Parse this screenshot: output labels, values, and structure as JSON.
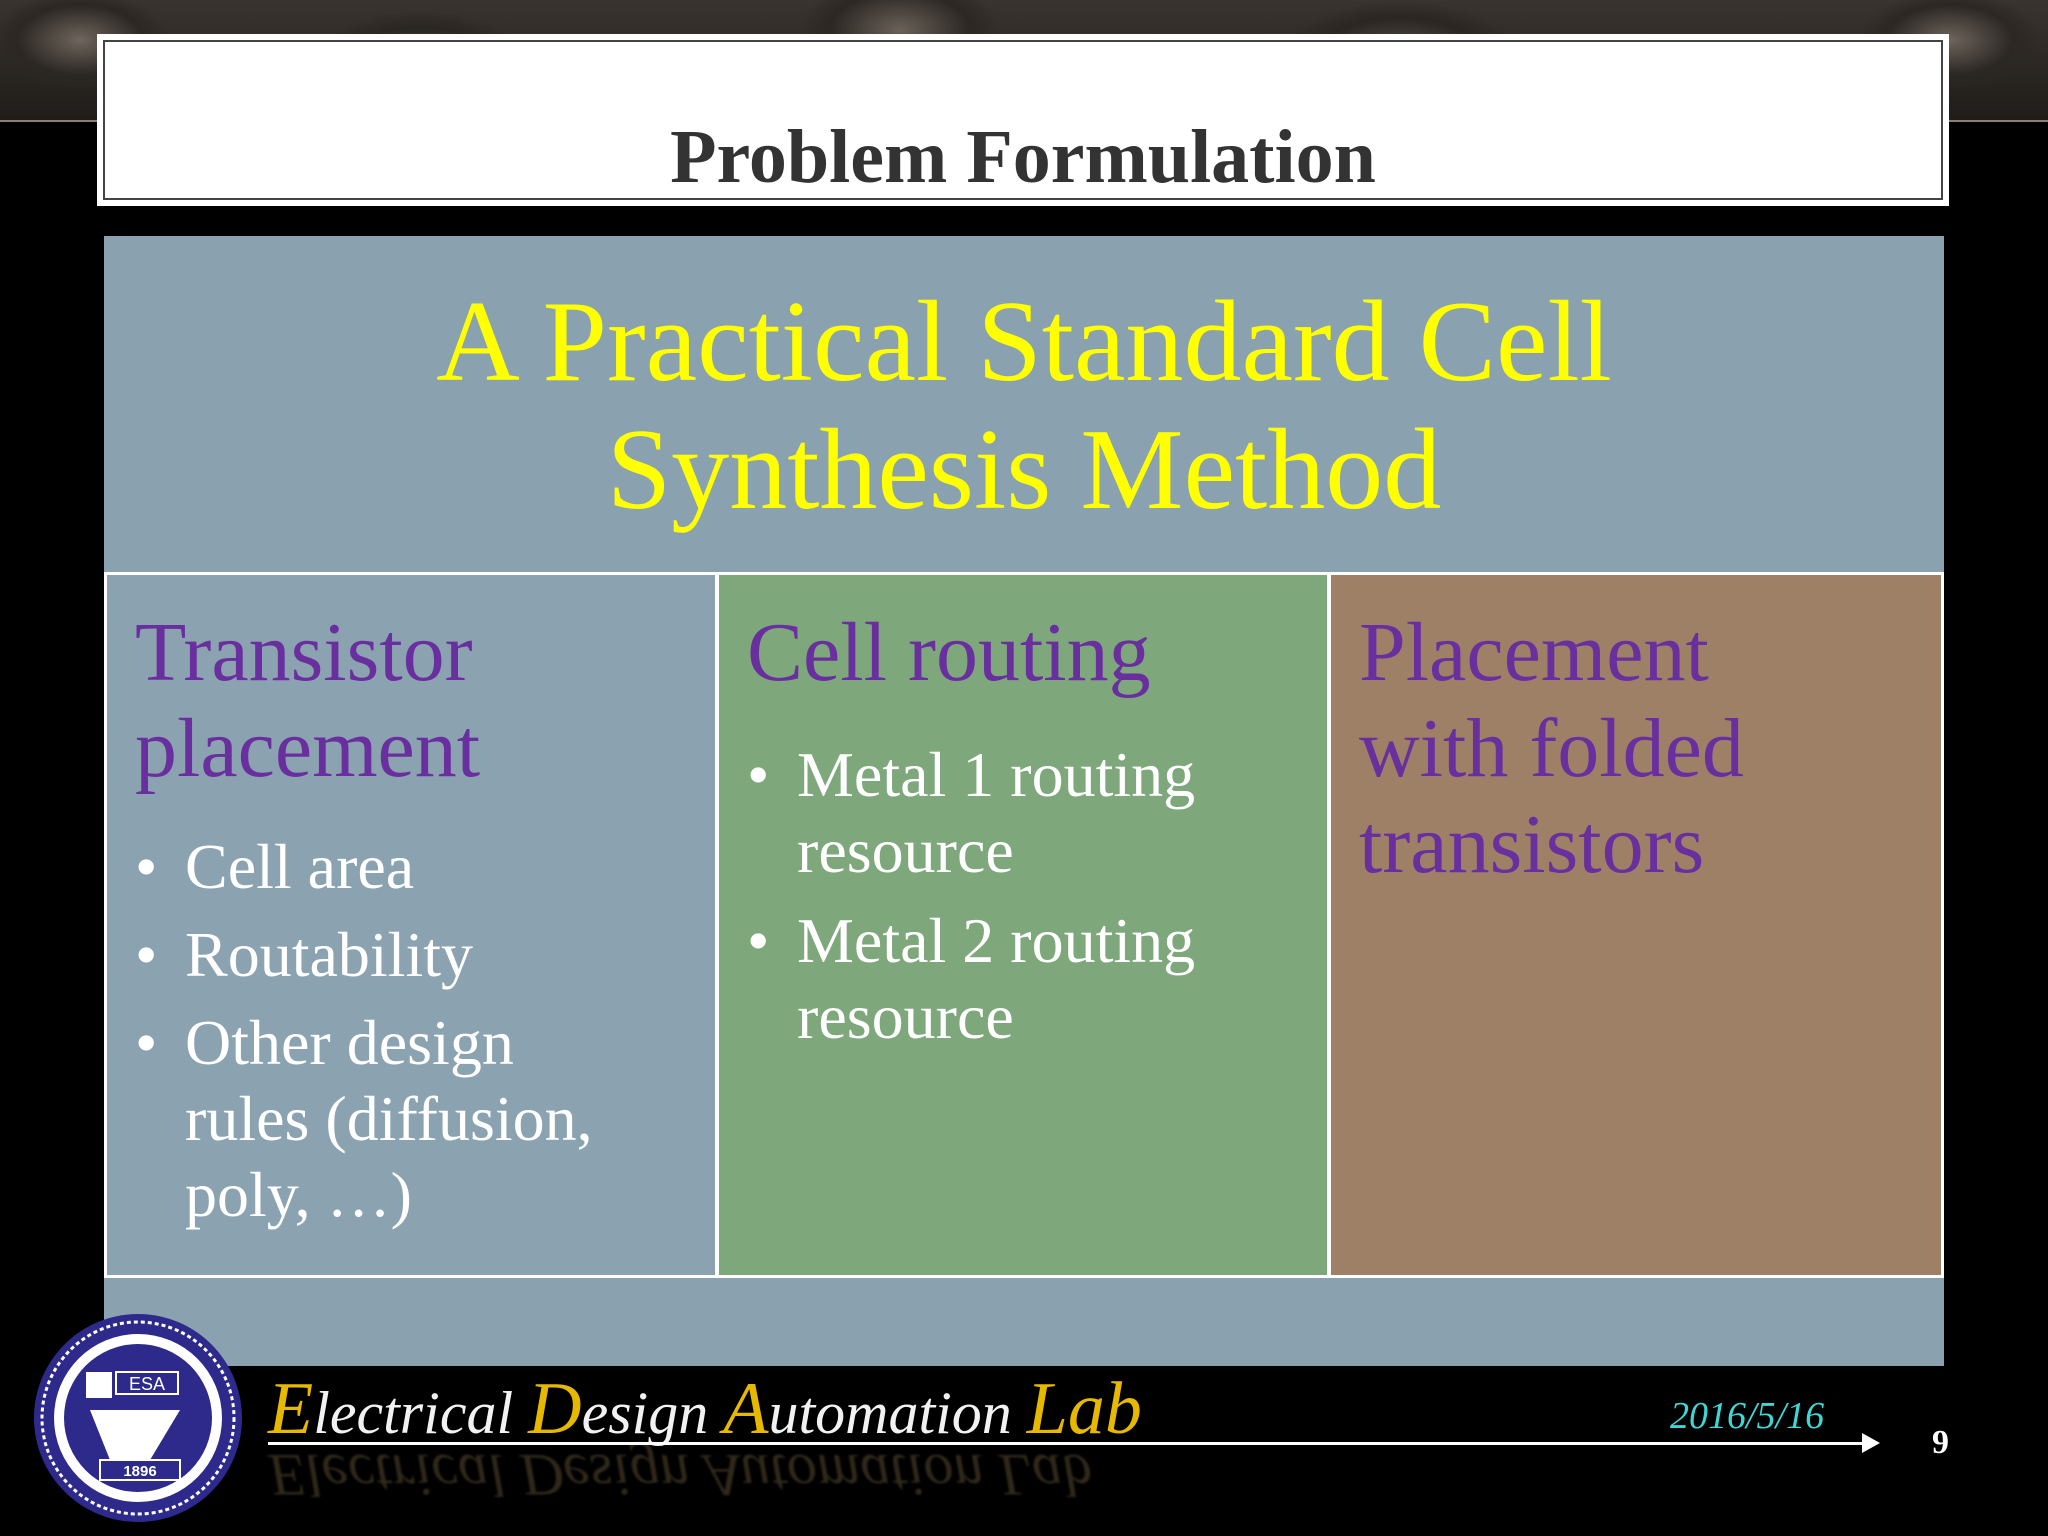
{
  "slide": {
    "title": "Problem Formulation",
    "heading_line1": "A Practical Standard Cell",
    "heading_line2": "Synthesis Method",
    "columns": [
      {
        "title_lines": [
          "Transistor",
          "placement"
        ],
        "bullets": [
          "Cell area",
          "Routability",
          "Other design rules (diffusion, poly, …)"
        ],
        "color": "#8ba3b0"
      },
      {
        "title_lines": [
          "Cell routing"
        ],
        "bullets": [
          "Metal 1 routing resource",
          "Metal 2 routing resource"
        ],
        "color": "#7ea87b"
      },
      {
        "title_lines": [
          "Placement",
          "with folded",
          "transistors"
        ],
        "bullets": [],
        "color": "#9e8066"
      }
    ]
  },
  "footer": {
    "lab_name": {
      "E": "E",
      "e_rest": "lectrical ",
      "D": "D",
      "d_rest": "esign ",
      "A": "A",
      "a_rest": "utomation ",
      "L": "Lab"
    },
    "date": "2016/5/16",
    "page_number": "9",
    "logo_year": "1896",
    "logo_letters": "ESA"
  },
  "colors": {
    "heading": "#ffff00",
    "column_title": "#6a2f9e",
    "accent": "#e6b800",
    "date": "#3fd6d6"
  }
}
